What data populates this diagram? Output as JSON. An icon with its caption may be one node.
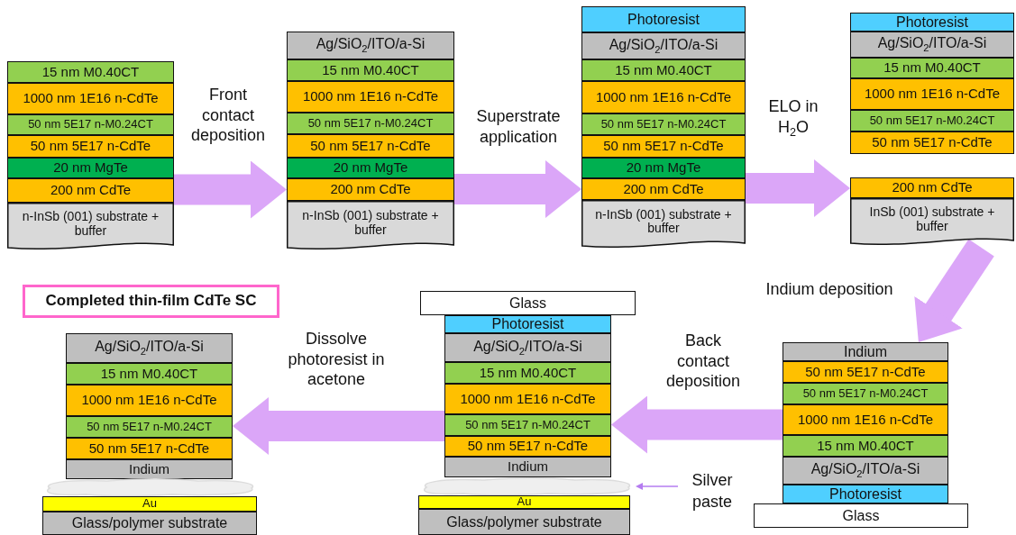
{
  "diagram": {
    "nodes": [
      {
        "text": [
          "15 nm M0.40CT"
        ]
      },
      {
        "text": [
          "1000 nm 1E16 n-CdTe"
        ]
      },
      {
        "text": [
          "50 nm 5E17 n-M0.24CT"
        ]
      },
      {
        "text": [
          "50 nm 5E17 n-CdTe"
        ]
      },
      {
        "text": [
          "20 nm MgTe"
        ]
      },
      {
        "text": [
          "200 nm CdTe"
        ]
      },
      {
        "text": [
          "n-InSb (001) substrate + buffer"
        ]
      },
      {
        "text": [
          "Ag/SiO$_{2}$/ITO/a-Si"
        ]
      },
      {
        "text": [
          "15 nm M0.40CT"
        ]
      },
      {
        "text": [
          "1000 nm 1E16 n-CdTe"
        ]
      },
      {
        "text": [
          "50 nm 5E17 n-M0.24CT"
        ]
      },
      {
        "text": [
          "50 nm 5E17 n-CdTe"
        ]
      },
      {
        "text": [
          "20 nm MgTe"
        ]
      },
      {
        "text": [
          "200 nm CdTe"
        ]
      },
      {
        "text": [
          "n-InSb (001) substrate + buffer"
        ]
      },
      {
        "text": [
          "Photoresist"
        ]
      },
      {
        "text": [
          "Ag/SiO$_{2}$/ITO/a-Si"
        ]
      },
      {
        "text": [
          "15 nm M0.40CT"
        ]
      },
      {
        "text": [
          "1000 nm 1E16 n-CdTe"
        ]
      },
      {
        "text": [
          "50 nm 5E17 n-M0.24CT"
        ]
      },
      {
        "text": [
          "50 nm 5E17 n-CdTe"
        ]
      },
      {
        "text": [
          "20 nm MgTe"
        ]
      },
      {
        "text": [
          "200 nm CdTe"
        ]
      },
      {
        "text": [
          "n-InSb (001) substrate + buffer"
        ]
      },
      {
        "text": [
          "Photoresist"
        ]
      },
      {
        "text": [
          "Ag/SiO$_{2}$/ITO/a-Si"
        ]
      },
      {
        "text": [
          "15 nm M0.40CT"
        ]
      },
      {
        "text": [
          "1000 nm 1E16 n-CdTe"
        ]
      },
      {
        "text": [
          "50 nm 5E17 n-M0.24CT"
        ]
      },
      {
        "text": [
          "50 nm 5E17 n-CdTe"
        ]
      },
      {
        "text": [
          "200 nm CdTe"
        ]
      },
      {
        "text": [
          "InSb (001) substrate + buffer"
        ]
      },
      {
        "text": [
          "Completed thin-film CdTe SC"
        ]
      },
      {
        "text": [
          "Ag/SiO$_{2}$/ITO/a-Si"
        ]
      },
      {
        "text": [
          "15 nm M0.40CT"
        ]
      },
      {
        "text": [
          "1000 nm 1E16 n-CdTe"
        ]
      },
      {
        "text": [
          "50 nm 5E17 n-M0.24CT"
        ]
      },
      {
        "text": [
          "50 nm 5E17 n-CdTe"
        ]
      },
      {
        "text": [
          "Indium"
        ]
      },
      {
        "text": [],
        "shape": "cloud"
      },
      {
        "text": [
          "Au"
        ]
      },
      {
        "text": [
          "Glass/polymer substrate"
        ]
      },
      {
        "text": [
          "Glass"
        ]
      },
      {
        "text": [
          "Photoresist"
        ]
      },
      {
        "text": [
          "Ag/SiO$_{2}$/ITO/a-Si"
        ]
      },
      {
        "text": [
          "15 nm M0.40CT"
        ]
      },
      {
        "text": [
          "1000 nm 1E16 n-CdTe"
        ]
      },
      {
        "text": [
          "50 nm 5E17 n-M0.24CT"
        ]
      },
      {
        "text": [
          "50 nm 5E17 n-CdTe"
        ]
      },
      {
        "text": [
          "Indium"
        ]
      },
      {
        "text": [],
        "shape": "cloud"
      },
      {
        "text": [
          "Au"
        ]
      },
      {
        "text": [
          "Glass/polymer substrate"
        ]
      },
      {
        "text": [
          "Silver paste"
        ]
      },
      {
        "text": [
          "Indium"
        ]
      },
      {
        "text": [
          "50 nm 5E17 n-CdTe"
        ]
      },
      {
        "text": [
          "50 nm 5E17 n-M0.24CT"
        ]
      },
      {
        "text": [
          "1000 nm 1E16 n-CdTe"
        ]
      },
      {
        "text": [
          "15 nm M0.40CT"
        ]
      },
      {
        "text": [
          "Ag/SiO$_{2}$/ITO/a-Si"
        ]
      },
      {
        "text": [
          "Photoresist"
        ]
      },
      {
        "text": [
          "Glass"
        ]
      }
    ],
    "edges": [
      {
        "from": 5,
        "to": 13,
        "arrow": "to",
        "label": "Front contact deposition"
      },
      {
        "from": 13,
        "to": 22,
        "arrow": "to",
        "label": "Superstrate application"
      },
      {
        "from": 22,
        "to": 30,
        "arrow": "to",
        "label": "ELO in H$_{2}$O"
      },
      {
        "from": 31,
        "to": 54,
        "arrow": "to",
        "label": "Indium deposition"
      },
      {
        "from": 57,
        "to": 47,
        "arrow": "to",
        "label": "Back contact deposition"
      },
      {
        "from": 47,
        "to": 36,
        "arrow": "to",
        "label": "Dissolve photoresist in acetone"
      },
      {
        "from": 53,
        "to": 50,
        "arrow": "to",
        "color": "#b57cf0"
      }
    ]
  }
}
